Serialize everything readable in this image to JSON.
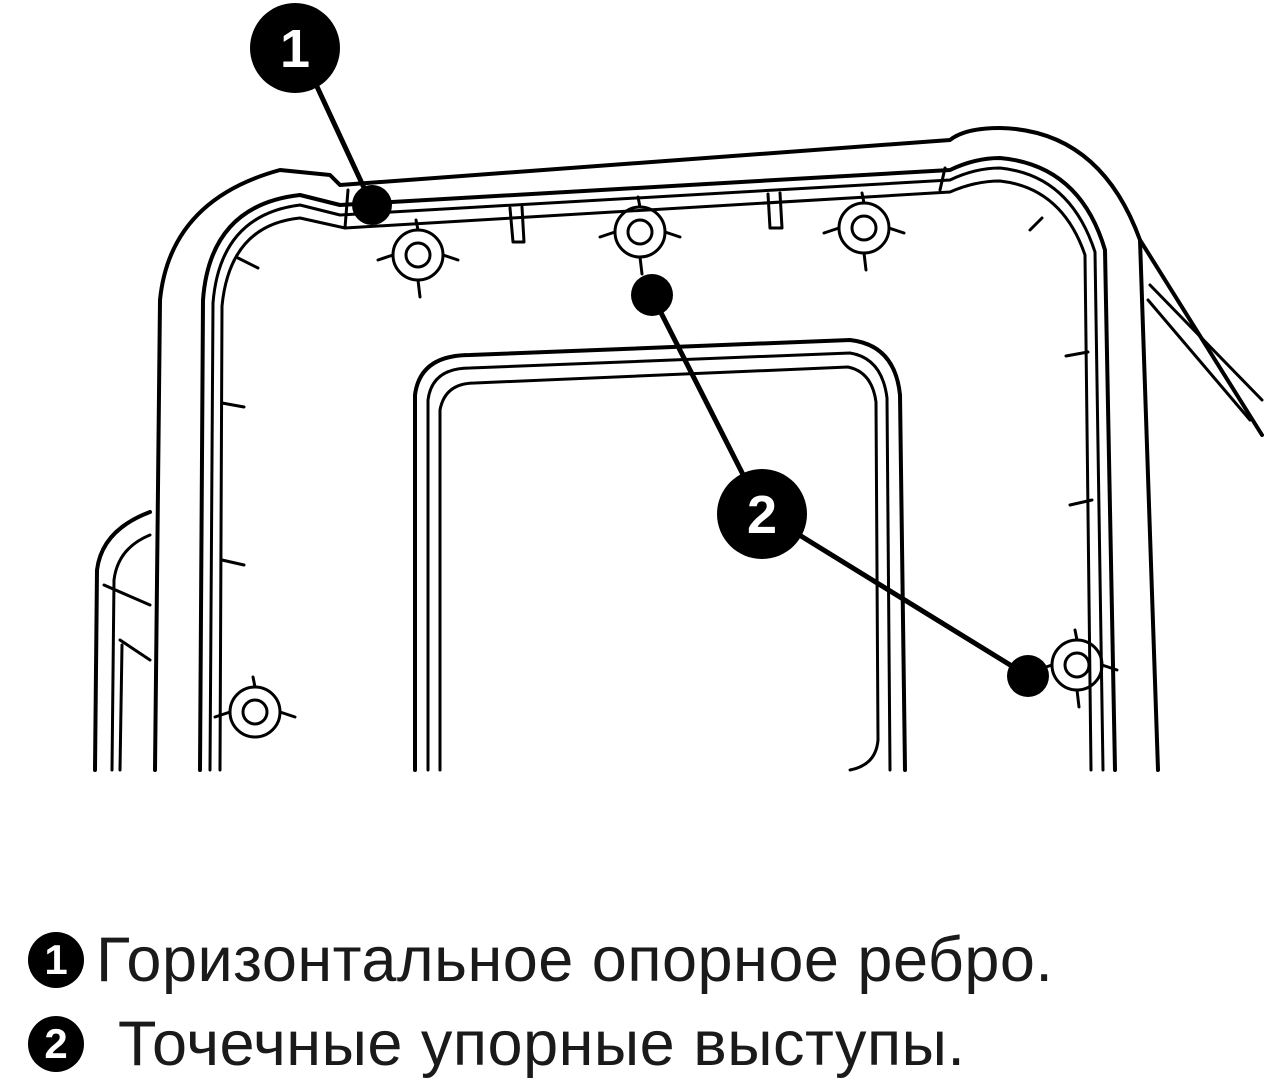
{
  "callouts": [
    {
      "number": "1",
      "label": "Горизонтальное опорное ребро."
    },
    {
      "number": "2",
      "label": "Точечные упорные выступы."
    }
  ],
  "colors": {
    "line": "#000000",
    "background": "#ffffff",
    "text": "#1a1a1a"
  }
}
